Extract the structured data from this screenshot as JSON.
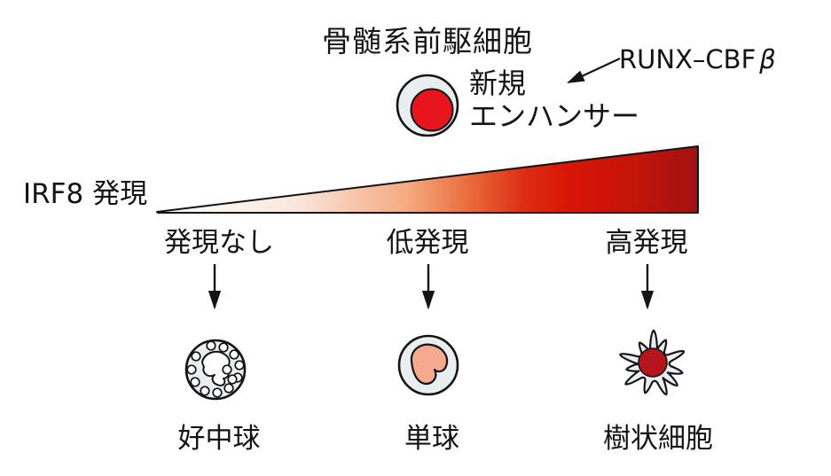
{
  "title": "骨髄系前駆細胞",
  "progenitor": {
    "enhancer_line1": "新規",
    "enhancer_line2": "エンハンサー",
    "complex_main": "RUNX–CBF",
    "complex_beta": "β"
  },
  "axis": {
    "label": "IRF8 発現",
    "levels": [
      "発現なし",
      "低発現",
      "高発現"
    ]
  },
  "cells": [
    "好中球",
    "単球",
    "樹状細胞"
  ],
  "colors": {
    "background": "#ffffff",
    "line": "#141414",
    "cell_body": "#e9eef1",
    "progenitor_nucleus": "#e8151d",
    "neutrophil_nucleus": "#ffffff",
    "granule": "#ffffff",
    "monocyte_nucleus": "#f5aa8f",
    "dendritic_nucleus": "#b5151b",
    "gradient": [
      "#ffffff",
      "#fae8df",
      "#f5ab80",
      "#e96a3a",
      "#dd2c12",
      "#d91505",
      "#c41408",
      "#a31112"
    ]
  }
}
